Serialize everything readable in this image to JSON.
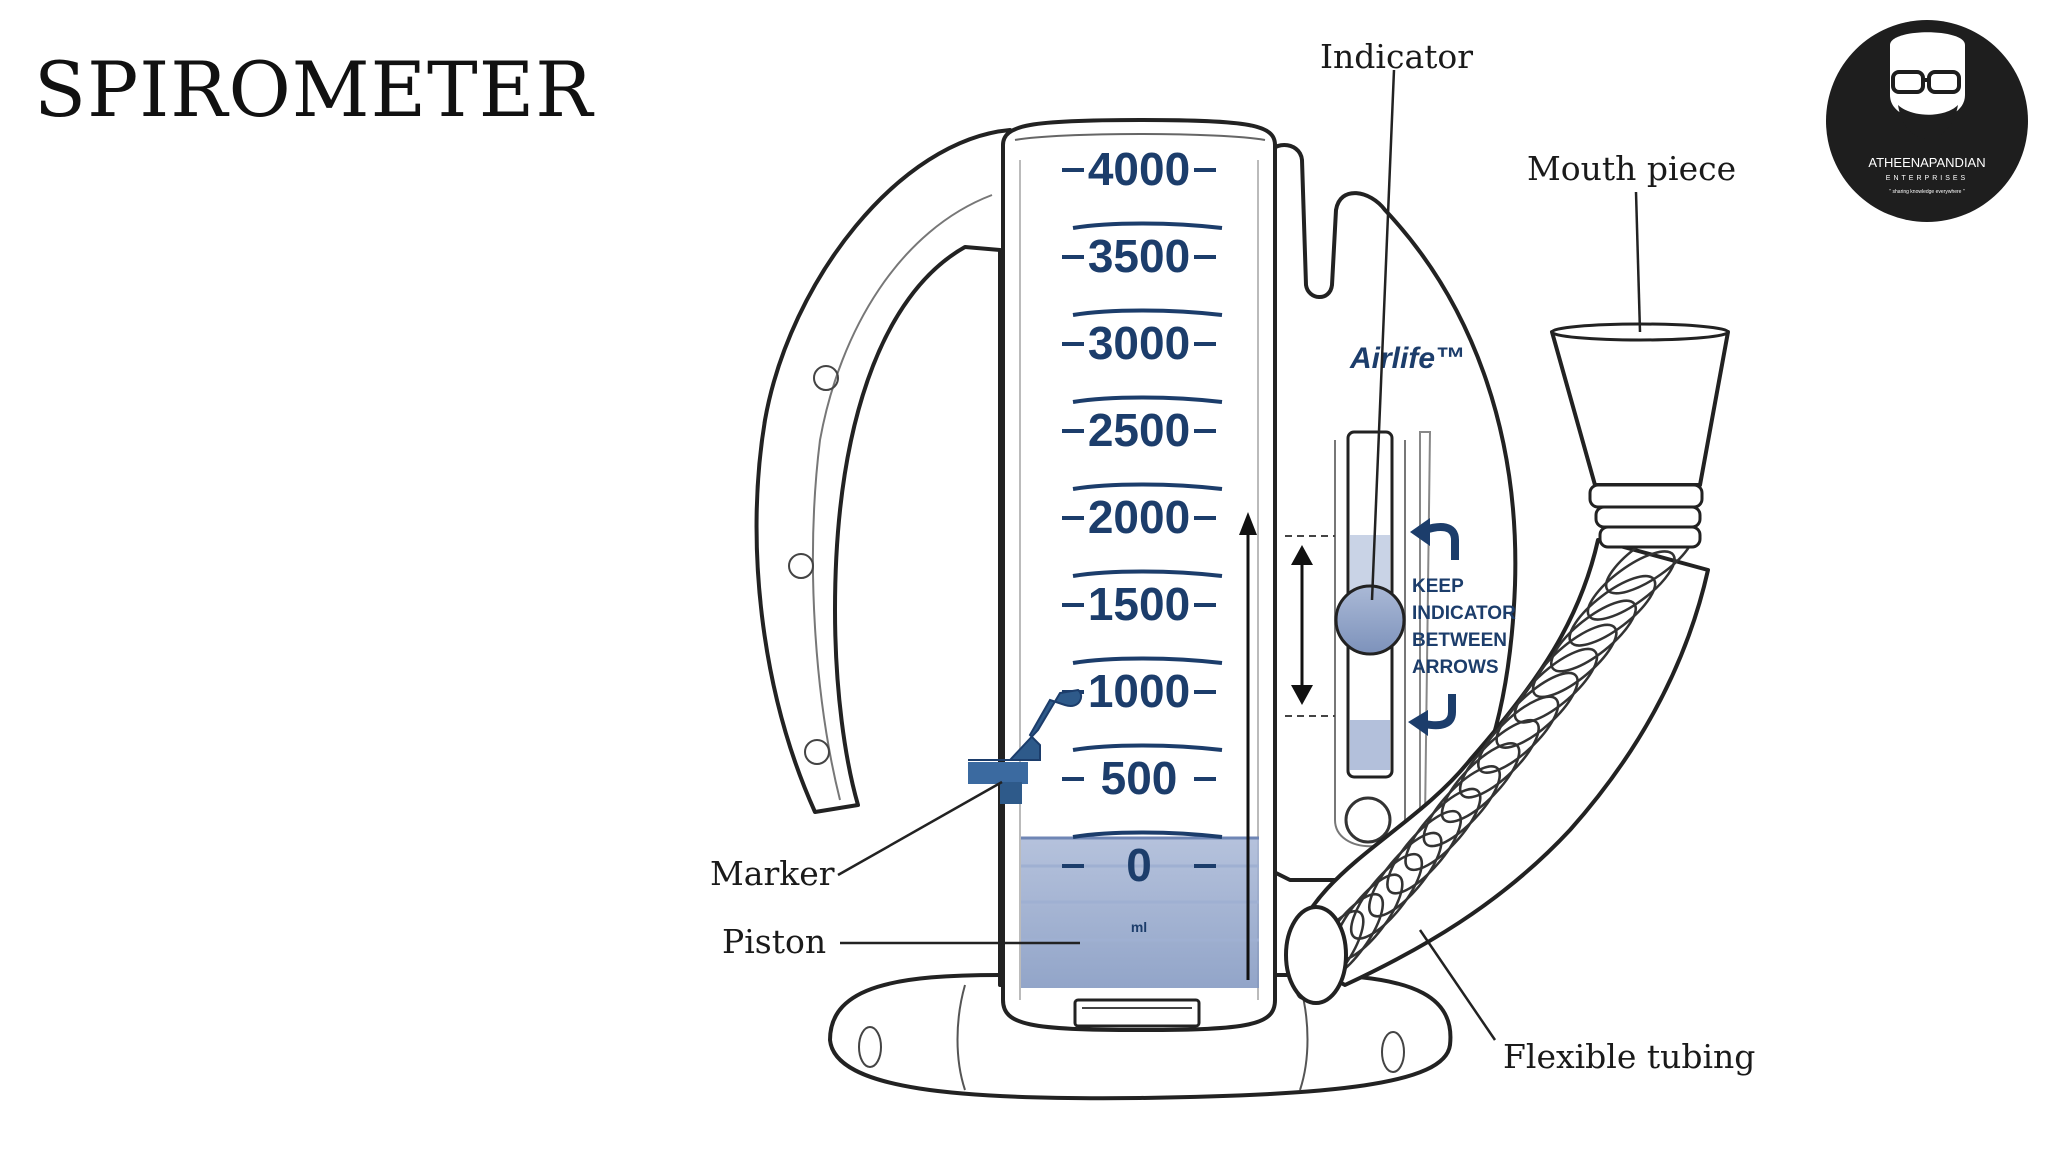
{
  "title": "SPIROMETER",
  "device": {
    "brand": "Airlife™",
    "scale_unit": "ml",
    "scale_marks": [
      "4000",
      "3500",
      "3000",
      "2500",
      "2000",
      "1500",
      "1000",
      "500",
      "0"
    ],
    "guide_lines": [
      "KEEP",
      "INDICATOR",
      "BETWEEN",
      "ARROWS"
    ]
  },
  "labels": {
    "indicator": "Indicator",
    "mouth_piece": "Mouth piece",
    "marker": "Marker",
    "piston": "Piston",
    "flexible_tubing": "Flexible tubing"
  },
  "logo": {
    "name": "ATHEENAPANDIAN",
    "subtitle": "ENTERPRISES",
    "tagline": "\" sharing knowledge everywhere \""
  },
  "colors": {
    "ink": "#1a1a1a",
    "scale_blue": "#1c3d6b",
    "piston_blue": "#8ea3c8",
    "logo_bg": "#1e1e1e"
  }
}
